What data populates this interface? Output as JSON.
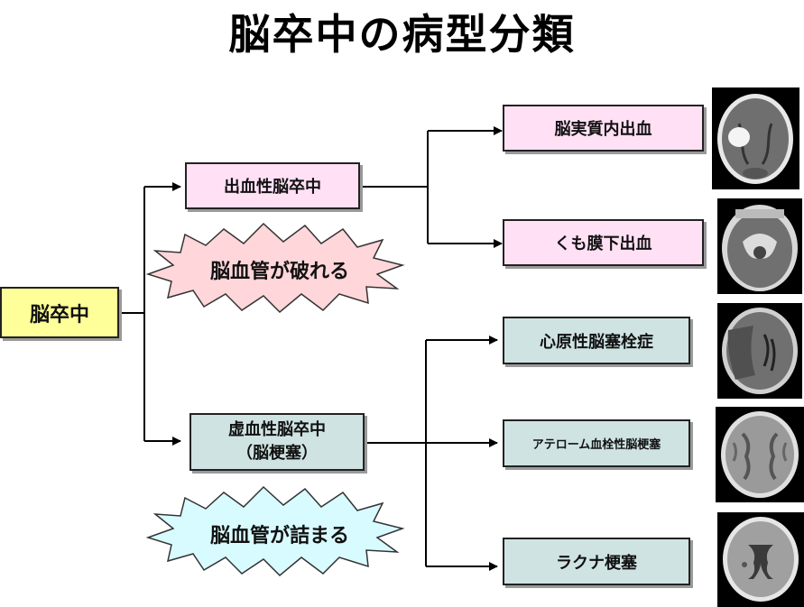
{
  "title": "脳卒中の病型分類",
  "root": {
    "label": "脳卒中"
  },
  "hemorrhagic": {
    "label": "出血性脳卒中",
    "burst": "脳血管が破れる",
    "children": [
      "脳実質内出血",
      "くも膜下出血"
    ]
  },
  "ischemic": {
    "label": "虚血性脳卒中\n（脳梗塞）",
    "burst": "脳血管が詰まる",
    "children": [
      "心原性脳塞栓症",
      "アテローム血栓性脳梗塞",
      "ラクナ梗塞"
    ]
  },
  "colors": {
    "root_fill": "#ffff99",
    "hemorrhagic_fill": "#ffe0f5",
    "ischemic_fill": "#cfe3e3",
    "burst_pink": "#ffd6da",
    "burst_cyan": "#d8fbff"
  },
  "images": [
    "ct-scan-intraparenchymal-hemorrhage",
    "ct-scan-subarachnoid-hemorrhage",
    "ct-scan-cardioembolic-infarction",
    "ct-scan-atherothrombotic-infarction",
    "ct-scan-lacunar-infarction"
  ]
}
